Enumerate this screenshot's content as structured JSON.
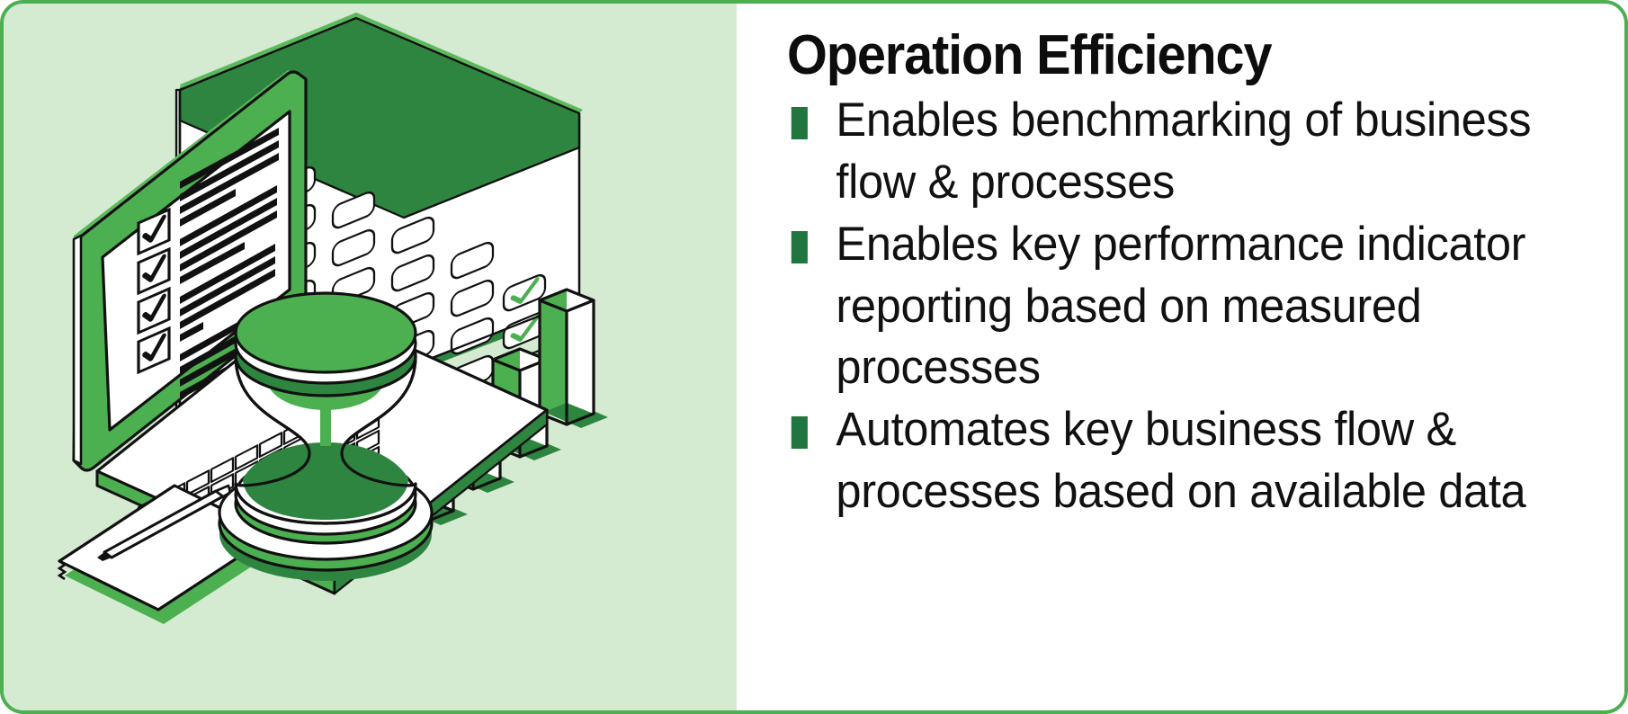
{
  "card": {
    "border_color": "#4CAF50",
    "panel_bg": "#D4EAD1",
    "content_bg": "#FFFFFF"
  },
  "header": {
    "title": "Operation Efficiency",
    "title_color": "#0D0D0D"
  },
  "bullets": {
    "marker_color": "#21763F",
    "text_color": "#111111",
    "items": [
      {
        "text": "Enables benchmarking of business flow & processes"
      },
      {
        "text": "Enables key performance indicator reporting based on measured processes"
      },
      {
        "text": "Automates key business flow & processes based on available data"
      }
    ]
  },
  "illustration": {
    "name": "business-analytics-isometric-illustration",
    "background": "#D4EAD1",
    "colors": {
      "light_green": "#4CAF50",
      "mid_green": "#5CB85C",
      "dark_green": "#2E8540",
      "deep_green": "#21763F",
      "outline": "#111111",
      "white": "#FFFFFF",
      "shadow_green": "#C2DFBF"
    },
    "objects": [
      {
        "name": "laptop",
        "detail": "isometric open laptop with checklist screen and keyboard"
      },
      {
        "name": "checklist-screen",
        "checkbox_count": 4,
        "checked": true
      },
      {
        "name": "calendar-board",
        "detail": "isometric calendar grid with dark green header",
        "rows": 5,
        "columns": 5
      },
      {
        "name": "calendar-checked-cells",
        "count": 3
      },
      {
        "name": "hourglass",
        "detail": "green sand hourglass on round base"
      },
      {
        "name": "bar-chart",
        "bars": 4,
        "detail": "isometric ascending bars"
      },
      {
        "name": "notepad-with-pencil",
        "detail": "paper sheet with pencil at laptop base"
      }
    ]
  }
}
